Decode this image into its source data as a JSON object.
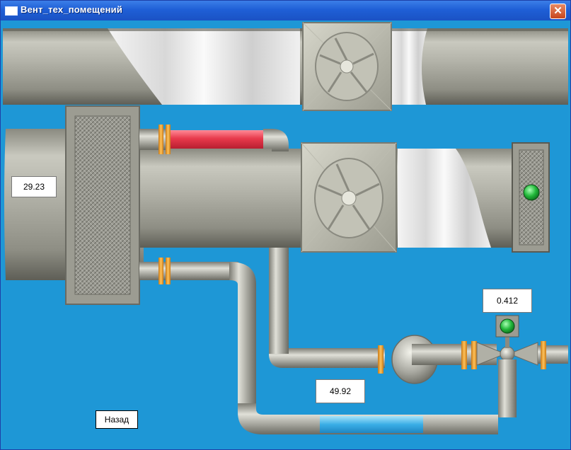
{
  "window": {
    "title": "Вент_тех_помещений",
    "close_glyph": "✕"
  },
  "readouts": {
    "left_value": "29.23",
    "right_value": "0.412",
    "bottom_value": "49.92"
  },
  "buttons": {
    "back_label": "Назад"
  },
  "indicators": {
    "filter_status_color": "#22b83a",
    "valve_status_color": "#22b83a"
  },
  "colors": {
    "background": "#1e97d6",
    "hot_pipe": "#e84a5a",
    "water": "#3ab0e6",
    "flange": "#f0a030"
  }
}
